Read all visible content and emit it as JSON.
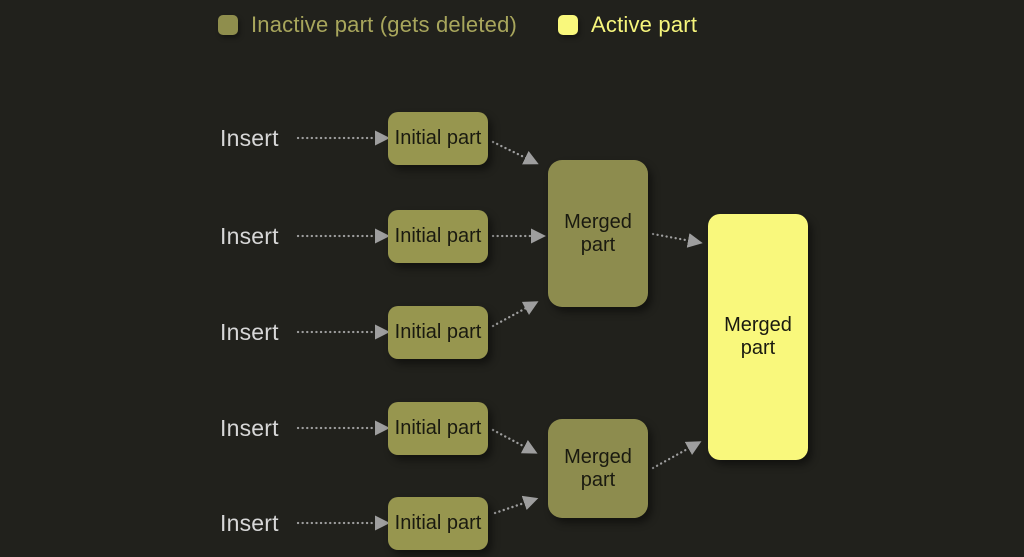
{
  "colors": {
    "background": "#21211c",
    "inactive_fill": "#97964f",
    "merged_inactive_fill": "#8d8c4e",
    "active_fill": "#f9f87c",
    "legend_inactive_swatch": "#8f8e4d",
    "legend_inactive_text": "#a8a65c",
    "legend_active_text": "#f6f57c",
    "node_text": "#1a1a10",
    "insert_text": "#d7d7d7",
    "arrow": "#9e9e9e"
  },
  "legend": {
    "inactive_label": "Inactive part (gets deleted)",
    "active_label": "Active part"
  },
  "insert_rows": [
    {
      "label": "Insert"
    },
    {
      "label": "Insert"
    },
    {
      "label": "Insert"
    },
    {
      "label": "Insert"
    },
    {
      "label": "Insert"
    }
  ],
  "nodes": {
    "initial_parts": [
      {
        "label": "Initial part"
      },
      {
        "label": "Initial part"
      },
      {
        "label": "Initial part"
      },
      {
        "label": "Initial part"
      },
      {
        "label": "Initial part"
      }
    ],
    "merged_inactive_parts": [
      {
        "label": "Merged part"
      },
      {
        "label": "Merged part"
      }
    ],
    "merged_active_part": {
      "label": "Merged part"
    }
  }
}
